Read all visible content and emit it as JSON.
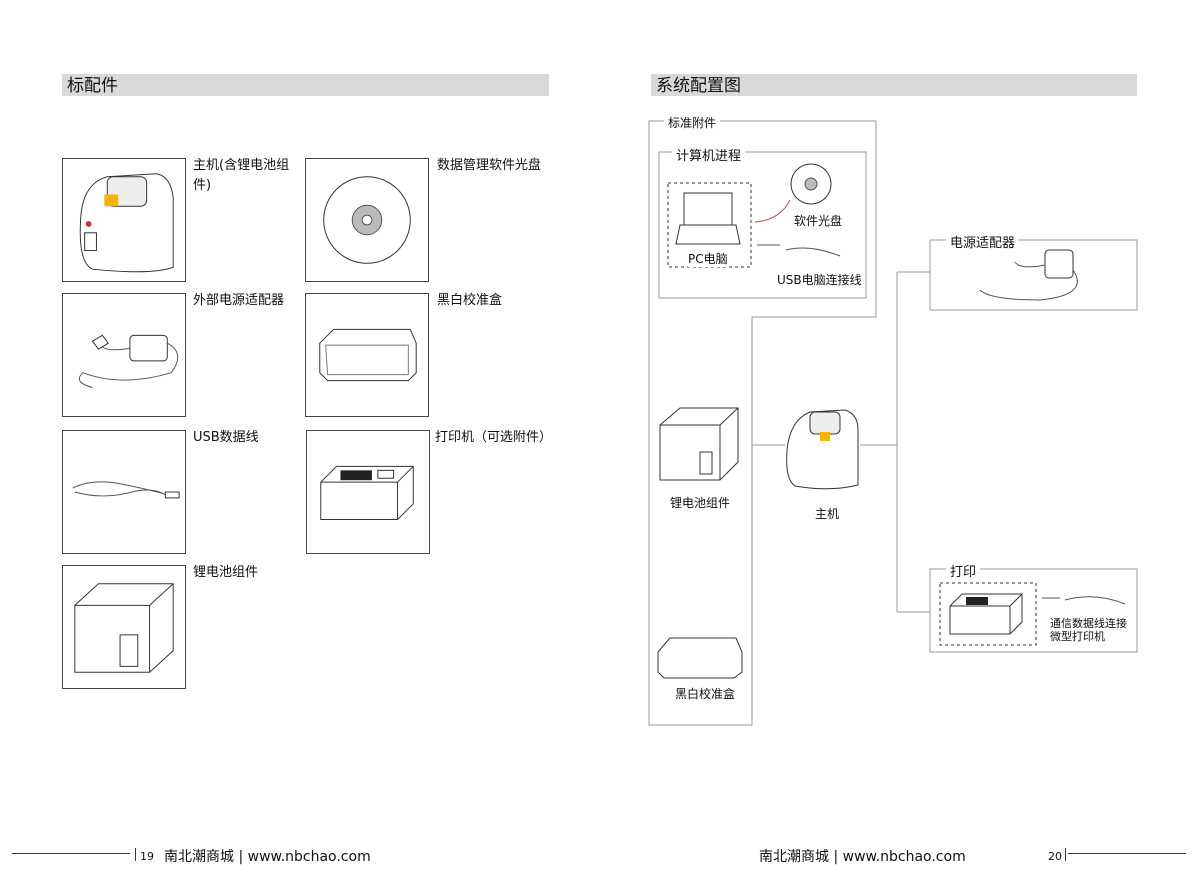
{
  "left": {
    "title": "标配件",
    "items": [
      {
        "label": "主机(含锂电池组件)",
        "icon": "device-icon"
      },
      {
        "label": "数据管理软件光盘",
        "icon": "cd-icon"
      },
      {
        "label": "外部电源适配器",
        "icon": "power-adapter-icon"
      },
      {
        "label": "黑白校准盒",
        "icon": "calibration-box-icon"
      },
      {
        "label": "USB数据线",
        "icon": "usb-cable-icon"
      },
      {
        "label": "打印机（可选附件）",
        "icon": "printer-icon"
      },
      {
        "label": "锂电池组件",
        "icon": "battery-icon"
      }
    ]
  },
  "right": {
    "title": "系统配置图",
    "standard_accessories": "标准附件",
    "computer_process": "计算机进程",
    "pc": "PC电脑",
    "software_cd": "软件光盘",
    "usb_cable": "USB电脑连接线",
    "power_adapter": "电源适配器",
    "battery": "锂电池组件",
    "host": "主机",
    "calibration_box": "黑白校准盒",
    "print": "打印",
    "printer_desc_1": "通信数据线连接",
    "printer_desc_2": "微型打印机"
  },
  "footer": {
    "left_page": "19",
    "right_page": "20",
    "site_left": "南北潮商城 | www.nbchao.com",
    "site_right": "南北潮商城 | www.nbchao.com"
  }
}
